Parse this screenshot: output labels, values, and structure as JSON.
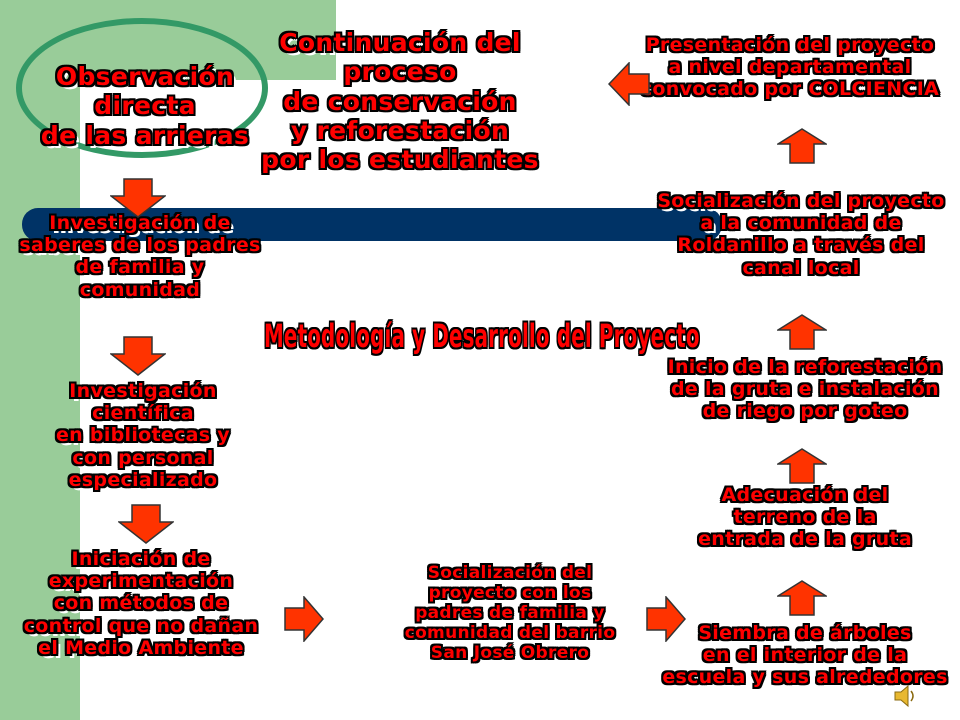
{
  "diagram": {
    "title": "Metodología y Desarrollo del Proyecto",
    "nodes": {
      "observacion": [
        "Observación directa",
        "de las arrieras"
      ],
      "continuacion": [
        "Continuación del proceso",
        "de conservación",
        "y reforestación",
        "por los estudiantes"
      ],
      "presentacion": [
        "Presentación del proyecto",
        "a nivel departamental",
        "convocado por COLCIENCIA"
      ],
      "investigacion_saberes": [
        "Investigación de",
        "saberes de los padres",
        "de familia y comunidad"
      ],
      "socializacion_roldanillo": [
        "Socialización del proyecto",
        "a la comunidad de",
        "Roldanillo a través del",
        "canal local"
      ],
      "investigacion_cientifica": [
        "Investigación científica",
        "en bibliotecas y",
        "con personal",
        "especializado"
      ],
      "inicio_reforestacion": [
        "Inicio de la reforestación",
        "de la gruta e instalación",
        "de riego por goteo"
      ],
      "adecuacion": [
        "Adecuación del",
        "terreno de la",
        "entrada de la gruta"
      ],
      "iniciacion": [
        "Iniciación de",
        "experimentación",
        "con métodos de",
        "control que no dañan",
        "el Medio Ambiente"
      ],
      "socializacion_padres": [
        "Socialización del",
        "proyecto con los",
        "padres de familia y",
        "comunidad del barrio",
        "San José Obrero"
      ],
      "siembra": [
        "Siembra de árboles",
        "en el interior de la",
        "escuela y sus alrededores"
      ]
    },
    "colors": {
      "text": "#ff0000",
      "outline": "#000000",
      "arrow_fill": "#ff3300",
      "green": "#99cc99",
      "oval": "#339966",
      "bar": "#003366"
    },
    "icons": [
      "down-arrow-icon",
      "right-arrow-icon",
      "up-arrow-icon",
      "left-arrow-icon",
      "speaker-icon"
    ]
  }
}
